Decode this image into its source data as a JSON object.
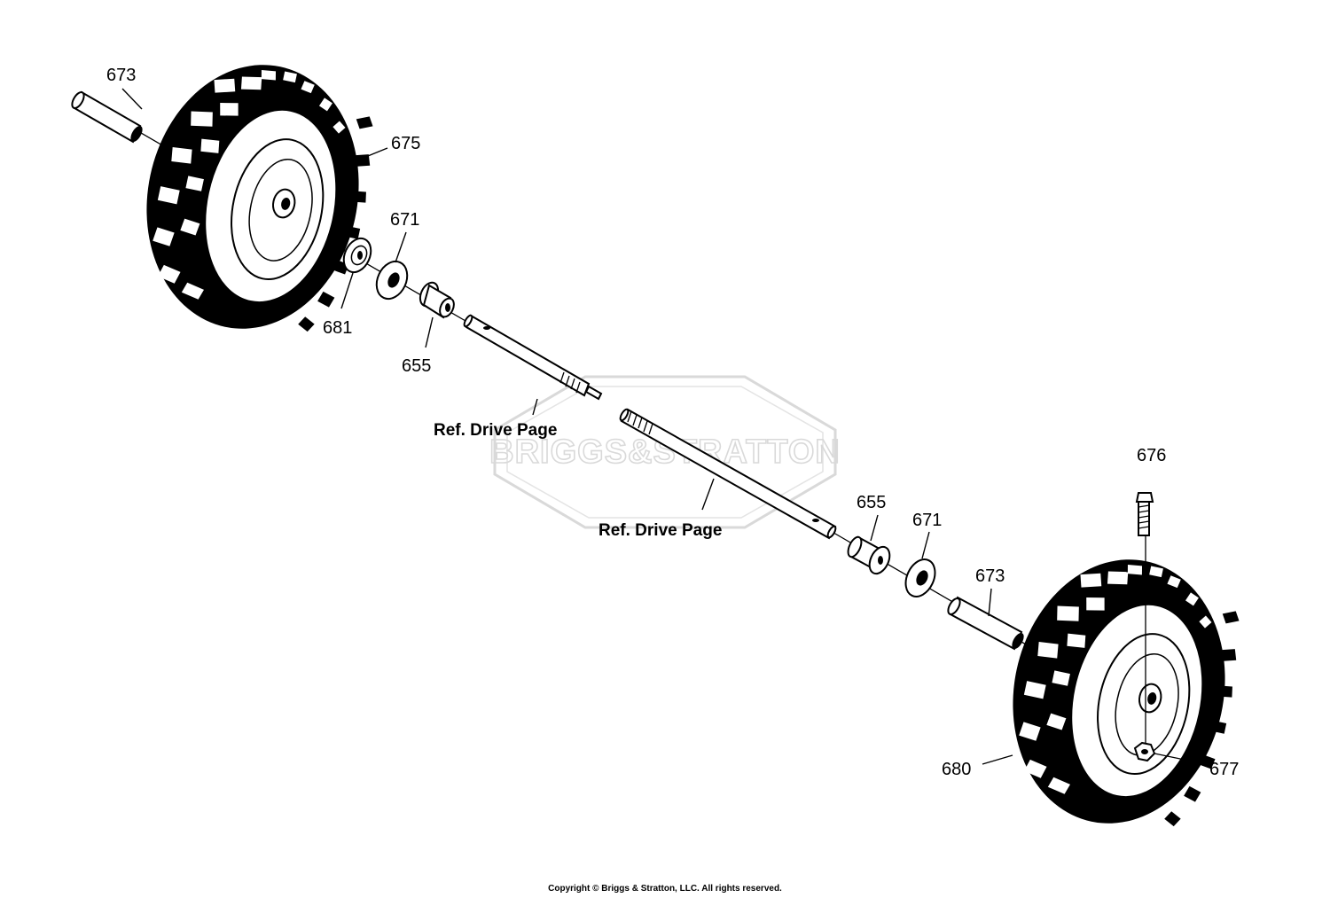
{
  "watermark": {
    "brand": "BRIGGS&STRATTON"
  },
  "parts": {
    "p673_left": "673",
    "p675": "675",
    "p671_left": "671",
    "p681": "681",
    "p655_left": "655",
    "p676": "676",
    "p655_right": "655",
    "p671_right": "671",
    "p673_right": "673",
    "p680": "680",
    "p677": "677"
  },
  "references": {
    "left_axle": "Ref. Drive Page",
    "right_axle": "Ref. Drive Page"
  },
  "footer": {
    "copyright": "Copyright © Briggs & Stratton, LLC. All rights reserved."
  },
  "colors": {
    "ink": "#000000",
    "watermark": "#d9d9d9",
    "background": "#ffffff"
  }
}
